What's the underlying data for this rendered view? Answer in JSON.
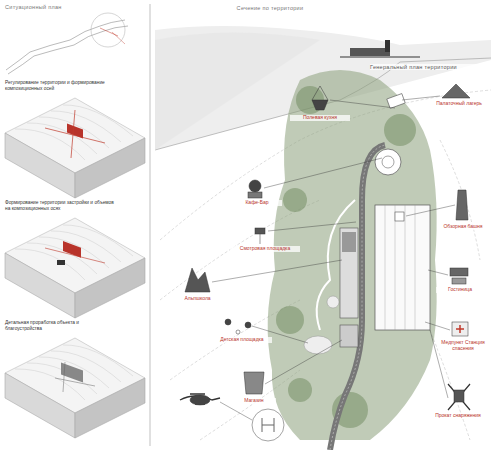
{
  "diagram": {
    "labels": [
      "Ситуационный план",
      "Регулирование территории и формирование композиционных осей",
      "Формирование территории застройки и объемов на композиционных осях",
      "Детальная проработка объекта и благоустройства",
      "Сечение по территории",
      "Генеральный план территории",
      "Полевая кухня",
      "Палаточный лагерь",
      "Кафе-Бар",
      "Смотровая площадка",
      "Обзорная башня",
      "Альпшкола",
      "Гостиница",
      "Детская площадка",
      "Медпункт Станция спасения",
      "Магазин",
      "Прокат снаряжения"
    ]
  }
}
